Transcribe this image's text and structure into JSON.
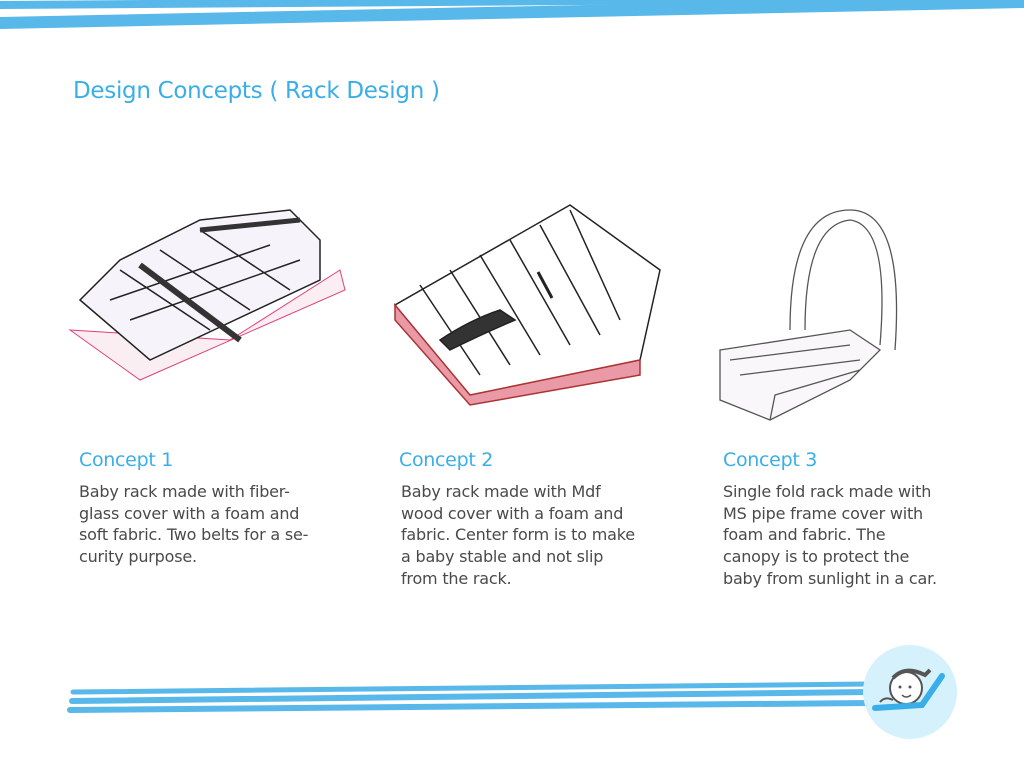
{
  "slide": {
    "title": "Design Concepts ( Rack Design )",
    "accent_color": "#58b8ea",
    "concepts": [
      {
        "heading": "Concept 1",
        "lines": [
          "Baby rack made with fiber-",
          "glass cover with a foam and",
          "soft fabric. Two belts for a se-",
          "curity purpose."
        ]
      },
      {
        "heading": "Concept 2",
        "lines": [
          "Baby rack made with Mdf",
          "wood cover with a foam and",
          "fabric. Center form is to make",
          "a baby stable and not slip",
          "from the rack."
        ]
      },
      {
        "heading": "Concept 3",
        "lines": [
          "Single fold rack made with",
          "MS pipe frame cover with",
          "foam and fabric. The",
          "canopy is to protect the",
          "baby from sunlight in a car."
        ]
      }
    ]
  }
}
